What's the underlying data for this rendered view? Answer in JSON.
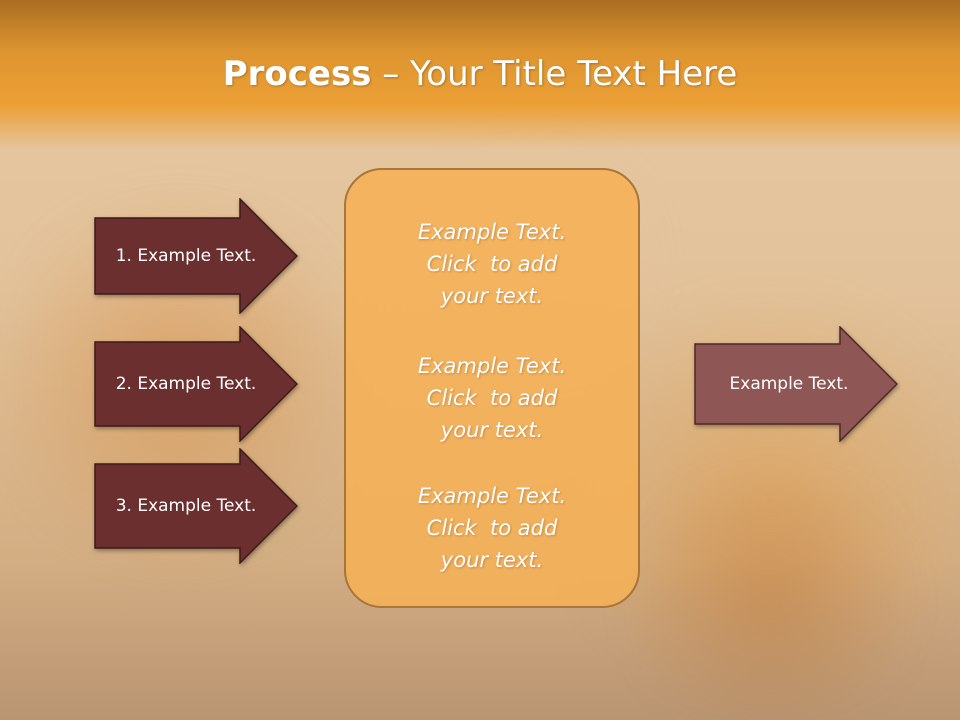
{
  "slide": {
    "title_bold": "Process",
    "title_rest": " – Your Title Text Here",
    "left_arrows": [
      {
        "label": "1. Example Text."
      },
      {
        "label": "2. Example Text."
      },
      {
        "label": "3. Example Text."
      }
    ],
    "center_blocks": [
      {
        "line1": "Example Text.",
        "line2": "Click  to add",
        "line3": "your text."
      },
      {
        "line1": "Example Text.",
        "line2": "Click  to add",
        "line3": "your text."
      },
      {
        "line1": "Example Text.",
        "line2": "Click  to add",
        "line3": "your text."
      }
    ],
    "right_arrow": {
      "label": "Example Text."
    }
  },
  "colors": {
    "title_band": "#ec9f35",
    "left_arrow_fill": "#6b2f30",
    "right_arrow_fill": "#8e5654",
    "center_box_fill": "#f5b057",
    "center_box_border": "#a9753a",
    "text": "#ffffff"
  }
}
